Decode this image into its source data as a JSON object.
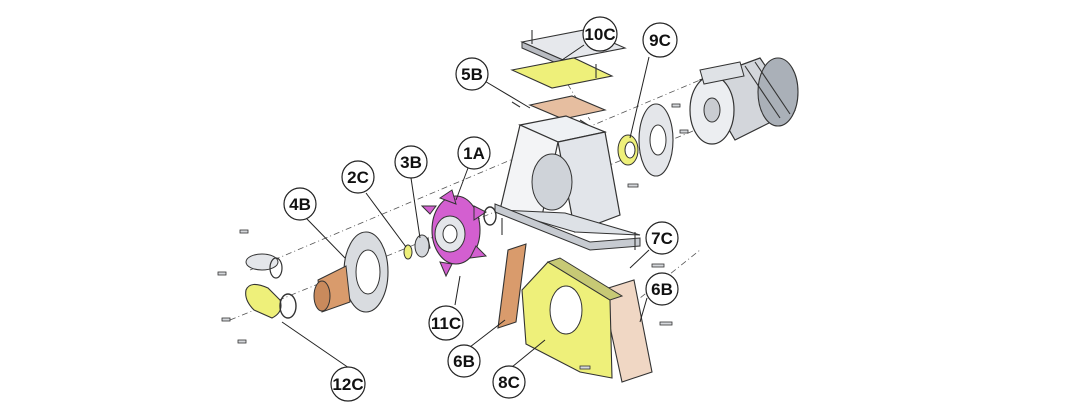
{
  "callouts": [
    {
      "id": "10C",
      "label": "10C"
    },
    {
      "id": "9C",
      "label": "9C"
    },
    {
      "id": "5B",
      "label": "5B"
    },
    {
      "id": "3B",
      "label": "3B"
    },
    {
      "id": "1A",
      "label": "1A"
    },
    {
      "id": "2C",
      "label": "2C"
    },
    {
      "id": "4B",
      "label": "4B"
    },
    {
      "id": "7C",
      "label": "7C"
    },
    {
      "id": "6B-right",
      "label": "6B"
    },
    {
      "id": "11C",
      "label": "11C"
    },
    {
      "id": "6B-bottom",
      "label": "6B"
    },
    {
      "id": "8C",
      "label": "8C"
    },
    {
      "id": "12C",
      "label": "12C"
    }
  ],
  "colors": {
    "magenta": "#d35fd0",
    "copper": "#d99b6c",
    "yellow": "#eef07a",
    "wood": "#e6bea0",
    "frame": "#e9ecf0",
    "steel": "#c9ccd1"
  }
}
